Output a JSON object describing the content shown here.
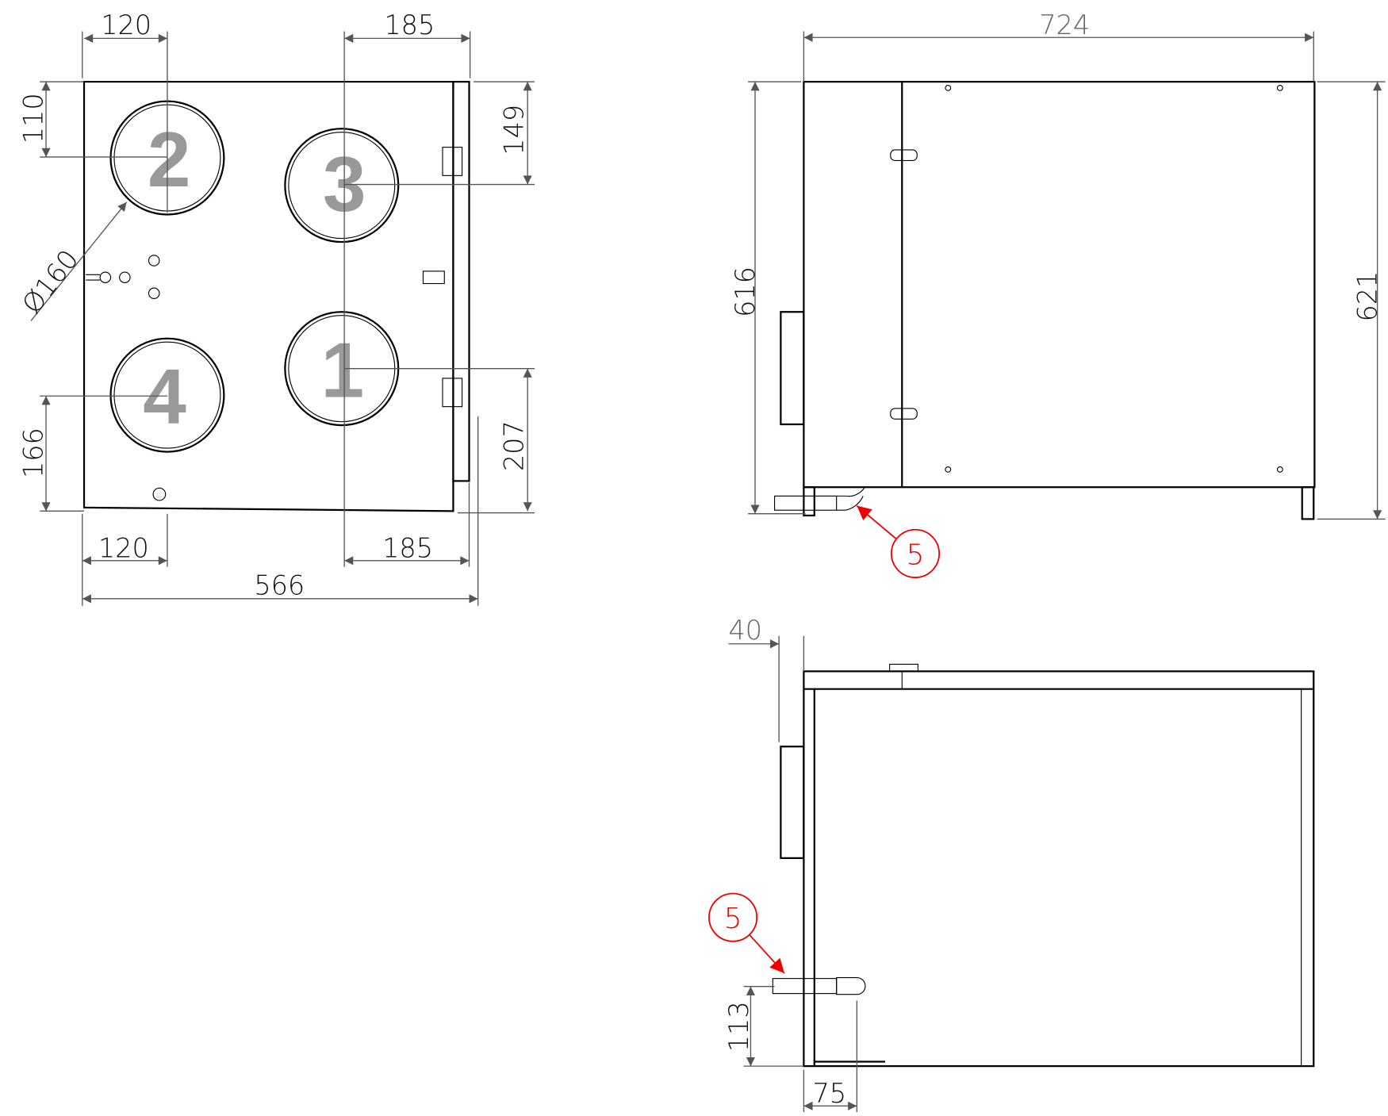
{
  "front_view": {
    "ports": [
      "1",
      "2",
      "3",
      "4"
    ],
    "dims": {
      "top_left": "120",
      "top_right": "185",
      "left_top": "110",
      "right_top": "149",
      "diameter": "Ø160",
      "left_bottom": "166",
      "right_bottom": "207",
      "bottom_left": "120",
      "bottom_right": "185",
      "total_width": "566"
    }
  },
  "side_view": {
    "dims": {
      "length": "724",
      "height_left": "616",
      "height_right": "621"
    },
    "callout": "5"
  },
  "top_view": {
    "dims": {
      "spigot": "40",
      "drain_height": "113",
      "drain_offset": "75"
    },
    "callout": "5"
  },
  "colors": {
    "callout": "#e00000",
    "port_label": "#999999"
  }
}
